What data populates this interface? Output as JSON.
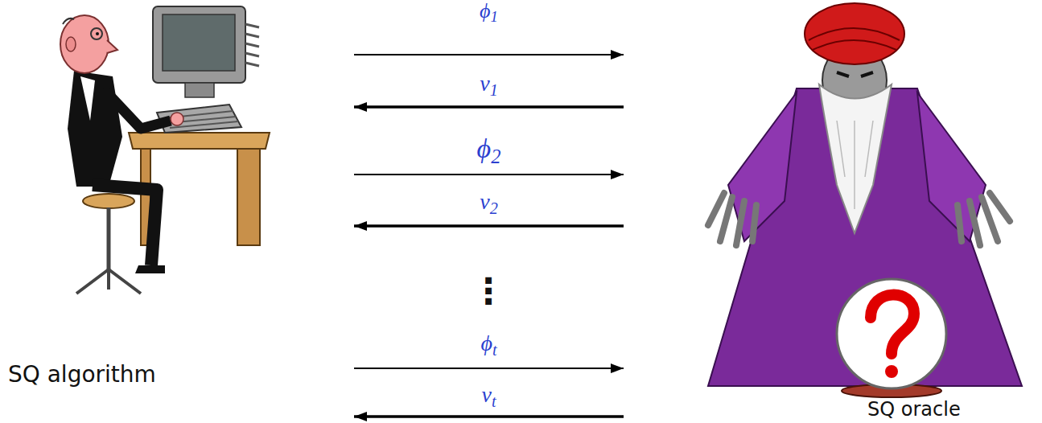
{
  "diagram": {
    "nodes": [
      {
        "text": [
          "SQ algorithm"
        ]
      },
      {
        "text": [
          "SQ oracle"
        ]
      }
    ],
    "edges": [
      {
        "from": 0,
        "to": 1,
        "arrow": "to",
        "label": "ϕ1"
      },
      {
        "from": 1,
        "to": 0,
        "arrow": "to",
        "label": "v1"
      },
      {
        "from": 0,
        "to": 1,
        "arrow": "to",
        "label": "ϕ2"
      },
      {
        "from": 1,
        "to": 0,
        "arrow": "to",
        "label": "v2"
      },
      {
        "from": 0,
        "to": 1,
        "arrow": "to",
        "label": "ϕt"
      },
      {
        "from": 1,
        "to": 0,
        "arrow": "to",
        "label": "vt"
      }
    ],
    "labels": [
      "⋮"
    ]
  }
}
